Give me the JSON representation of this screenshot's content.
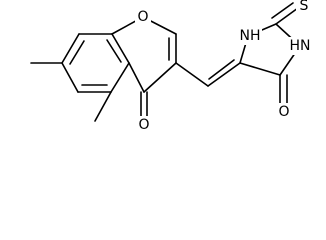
{
  "molecule": {
    "atoms": {
      "ring_oxygen": "O",
      "carbonyl_oxygen": "O",
      "amide_oxygen": "O",
      "nh_top": "NH",
      "nh_right": "HN",
      "thione_sulfur": "S"
    }
  }
}
